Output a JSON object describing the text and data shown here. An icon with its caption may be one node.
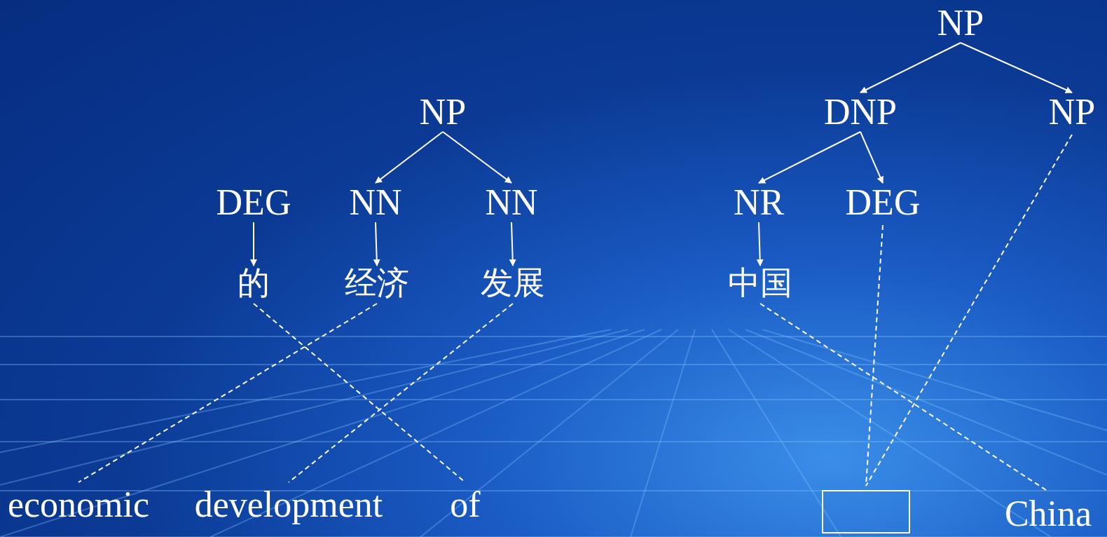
{
  "diagram": {
    "nodes": [
      {
        "text": [
          "NP"
        ]
      },
      {
        "text": [
          "DEG"
        ]
      },
      {
        "text": [
          "NN"
        ]
      },
      {
        "text": [
          "NN"
        ]
      },
      {
        "text": [
          "的"
        ]
      },
      {
        "text": [
          "经济"
        ]
      },
      {
        "text": [
          "发展"
        ]
      },
      {
        "text": [
          "economic"
        ]
      },
      {
        "text": [
          "development"
        ]
      },
      {
        "text": [
          "of"
        ]
      },
      {
        "text": [
          "NP"
        ]
      },
      {
        "text": [
          "DNP"
        ]
      },
      {
        "text": [
          "NP"
        ]
      },
      {
        "text": [
          "NR"
        ]
      },
      {
        "text": [
          "DEG"
        ]
      },
      {
        "text": [
          "中国"
        ]
      },
      {
        "text": [],
        "shape": "box"
      },
      {
        "text": [
          "China"
        ]
      }
    ],
    "edges": [
      {
        "from": 0,
        "to": 2,
        "arrow": "to"
      },
      {
        "from": 0,
        "to": 3,
        "arrow": "to"
      },
      {
        "from": 1,
        "to": 4,
        "arrow": "to"
      },
      {
        "from": 2,
        "to": 5,
        "arrow": "to"
      },
      {
        "from": 3,
        "to": 6,
        "arrow": "to"
      },
      {
        "from": 4,
        "to": 9,
        "arrow": "none",
        "style": "dashed"
      },
      {
        "from": 5,
        "to": 7,
        "arrow": "none",
        "style": "dashed"
      },
      {
        "from": 6,
        "to": 8,
        "arrow": "none",
        "style": "dashed"
      },
      {
        "from": 10,
        "to": 11,
        "arrow": "to"
      },
      {
        "from": 10,
        "to": 12,
        "arrow": "to"
      },
      {
        "from": 11,
        "to": 13,
        "arrow": "to"
      },
      {
        "from": 11,
        "to": 14,
        "arrow": "to"
      },
      {
        "from": 13,
        "to": 15,
        "arrow": "to"
      },
      {
        "from": 15,
        "to": 17,
        "arrow": "none",
        "style": "dashed"
      },
      {
        "from": 14,
        "to": 16,
        "arrow": "none",
        "style": "dashed"
      },
      {
        "from": 12,
        "to": 16,
        "arrow": "none",
        "style": "dashed"
      }
    ]
  }
}
